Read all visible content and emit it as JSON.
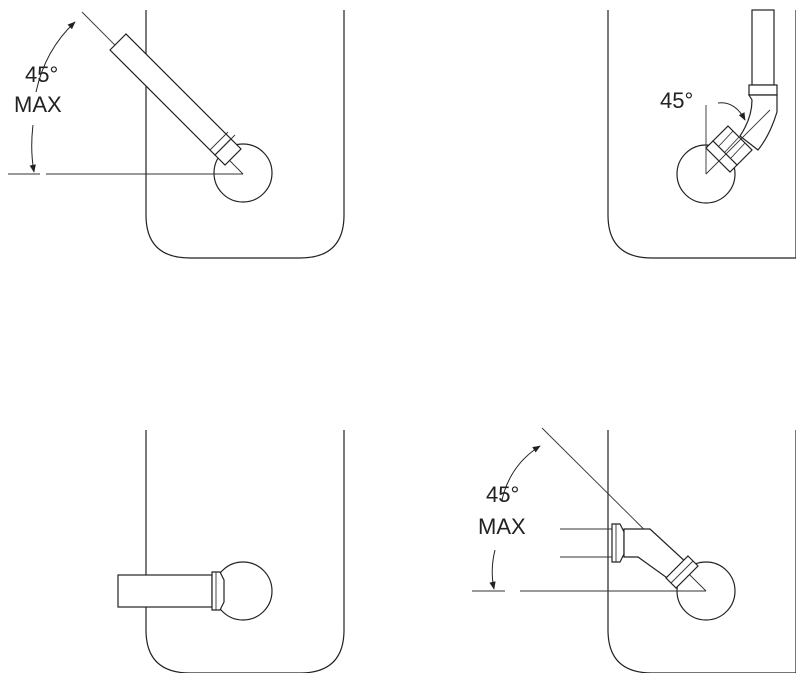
{
  "panels": {
    "top_left": {
      "angle_label": "45°",
      "max_label": "MAX"
    },
    "top_right": {
      "angle_label": "45°"
    },
    "bottom_left": {},
    "bottom_right": {
      "angle_label": "45°",
      "max_label": "MAX"
    }
  },
  "colors": {
    "line": "#222222",
    "background": "#ffffff"
  }
}
